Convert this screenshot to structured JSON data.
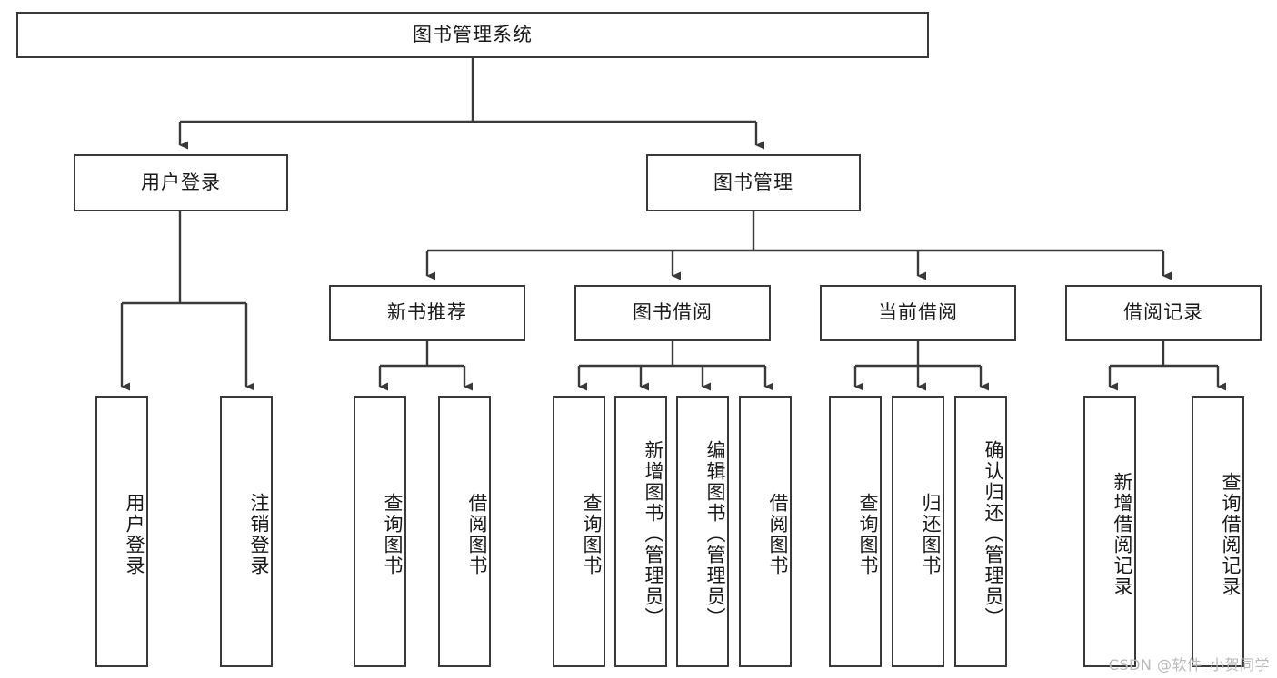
{
  "diagram": {
    "type": "tree",
    "title": "图书管理系统",
    "watermark": "CSDN @软件_小贺同学",
    "colors": {
      "box_border": "#3a3a3a",
      "box_fill": "#ffffff",
      "edge": "#3a3a3a",
      "text": "#1a1a1a",
      "watermark": "#b9b9b9"
    },
    "nodes": {
      "root": {
        "label": "图书管理系统"
      },
      "level2": [
        {
          "id": "user-login",
          "label": "用户登录"
        },
        {
          "id": "book-manage",
          "label": "图书管理"
        }
      ],
      "level3": [
        {
          "id": "new-book-recommend",
          "label": "新书推荐"
        },
        {
          "id": "book-borrow",
          "label": "图书借阅"
        },
        {
          "id": "current-borrow",
          "label": "当前借阅"
        },
        {
          "id": "borrow-record",
          "label": "借阅记录"
        }
      ],
      "leaves": {
        "user-login": [
          {
            "id": "leaf-user-login",
            "label": "用户登录"
          },
          {
            "id": "leaf-logout-login",
            "label": "注销登录"
          }
        ],
        "new-book-recommend": [
          {
            "id": "leaf-query-book-1",
            "label": "查询图书"
          },
          {
            "id": "leaf-borrow-book-1",
            "label": "借阅图书"
          }
        ],
        "book-borrow": [
          {
            "id": "leaf-query-book-2",
            "label": "查询图书"
          },
          {
            "id": "leaf-add-book",
            "label": "新增图书（管理员）"
          },
          {
            "id": "leaf-edit-book",
            "label": "编辑图书（管理员）"
          },
          {
            "id": "leaf-borrow-book-2",
            "label": "借阅图书"
          }
        ],
        "current-borrow": [
          {
            "id": "leaf-query-book-3",
            "label": "查询图书"
          },
          {
            "id": "leaf-return-book",
            "label": "归还图书"
          },
          {
            "id": "leaf-confirm-return",
            "label": "确认归还（管理员）"
          }
        ],
        "borrow-record": [
          {
            "id": "leaf-add-record",
            "label": "新增借阅记录"
          },
          {
            "id": "leaf-query-record",
            "label": "查询借阅记录"
          }
        ]
      }
    }
  }
}
